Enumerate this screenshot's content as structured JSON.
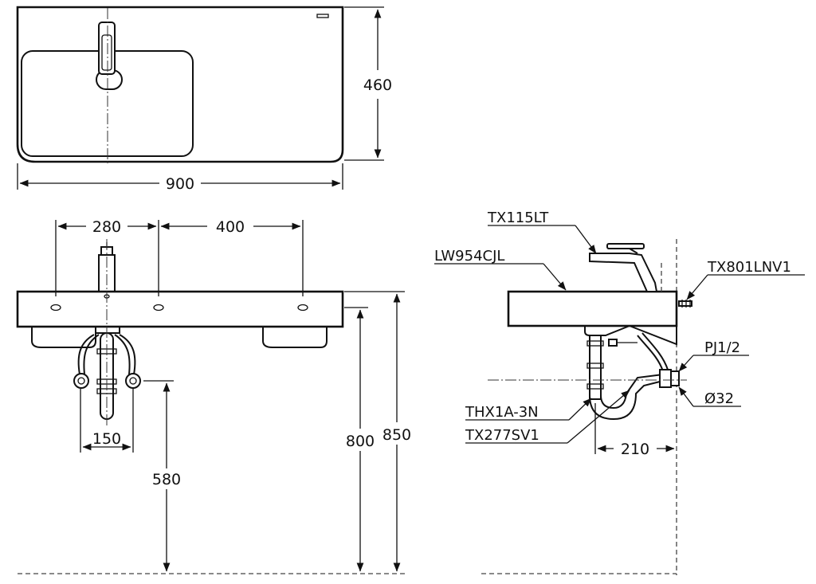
{
  "dimensions": {
    "depth": "460",
    "width": "900",
    "hole_spacing_left": "280",
    "hole_spacing_right": "400",
    "supply_spacing": "150",
    "supply_height": "580",
    "rim_height": "800",
    "total_height": "850",
    "drain_offset": "210"
  },
  "parts": {
    "faucet": "TX115LT",
    "basin": "LW954CJL",
    "valve": "TX801LNV1",
    "thread": "PJ1/2",
    "trap": "THX1A-3N",
    "drain": "TX277SV1",
    "pipe_dia": "Ø32"
  }
}
